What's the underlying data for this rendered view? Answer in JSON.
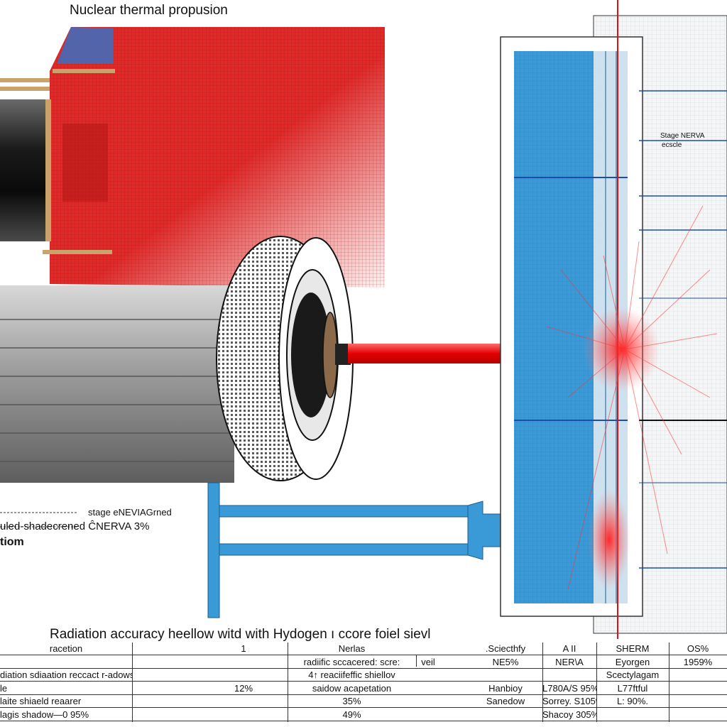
{
  "title": "Nuclear thermal propusion",
  "labels": {
    "right_top_1": "Stage NERVA",
    "right_top_2": "ecscle",
    "left_1": "stage eNEVIAGrned",
    "left_2": "uled-shadecrened ĈNERVA 3%",
    "left_3": "tiom"
  },
  "table": {
    "caption": "Radiation accuracy heellow witd with Hydogen ı ccore foiel sievl",
    "rows": [
      [
        "racetion",
        "1",
        "Nerlas",
        "",
        "",
        ".Sciecthfy",
        "A II",
        "SHERM",
        "OS%"
      ],
      [
        "",
        "",
        "radiific sccacered: scre:",
        "veil",
        "",
        "NE5%",
        "NER\\A",
        "Eyorgen",
        "1959%"
      ],
      [
        "diation sdiaation reccact r-adowshiells flonw",
        "",
        "4↑ reaciifeffic shiellov",
        "",
        "",
        "",
        "",
        "Scectylagam",
        ""
      ],
      [
        "le",
        "12%",
        "saidow acapetation",
        "",
        "",
        "Hanbioy",
        "L780A/S 95%",
        "L77ftful",
        ""
      ],
      [
        "laite shiaeld reaarer",
        "",
        "35%",
        "",
        "",
        "Sanedow",
        "Sorrey. S105%",
        "L: 90%.",
        ""
      ],
      [
        "lagis shadow—0 95%",
        "",
        "49%",
        "",
        "",
        "",
        "Shacoy 305%",
        "",
        ""
      ]
    ]
  },
  "colors": {
    "reactor_red": "#e02a2a",
    "shield_blue": "#3a9ad8",
    "beam_red": "#ee1111",
    "casing_gray": "#8a8a8a"
  }
}
